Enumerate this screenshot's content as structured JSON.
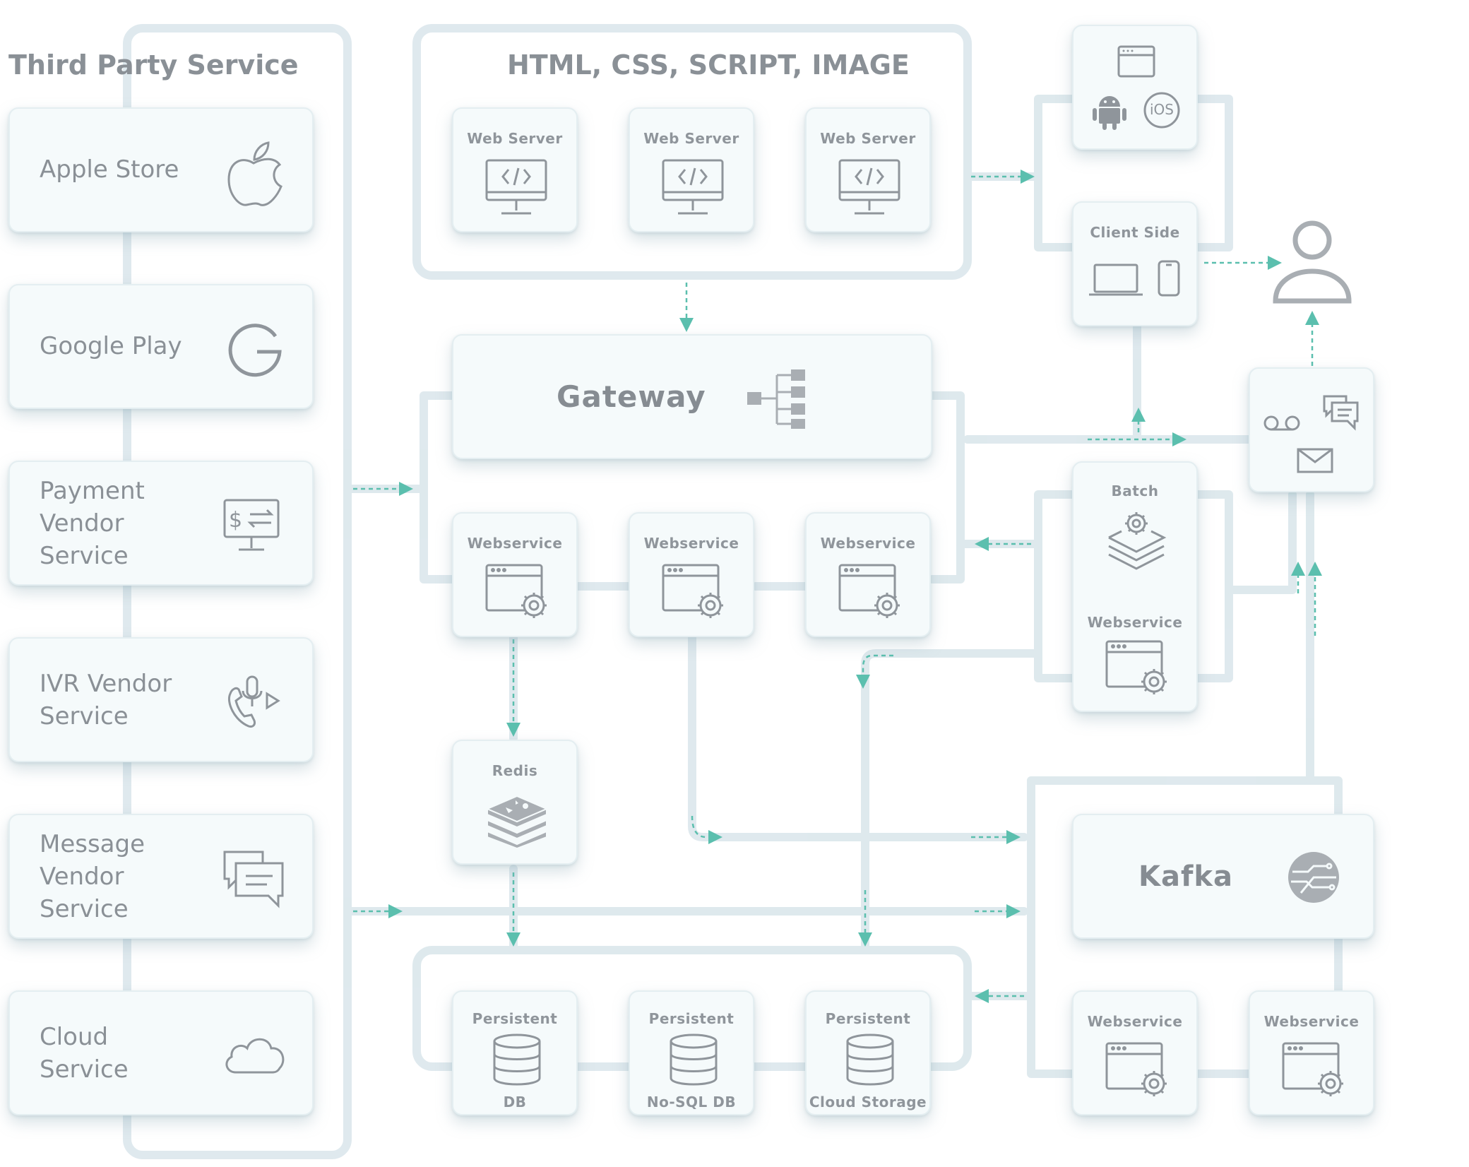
{
  "sections": {
    "third_party_title": "Third Party Service",
    "static_assets_title": "HTML, CSS, SCRIPT, IMAGE"
  },
  "third_party_services": [
    {
      "label": "Apple Store",
      "icon": "apple-icon"
    },
    {
      "label": "Google Play",
      "icon": "google-icon"
    },
    {
      "label": "Payment\nVendor\nService",
      "icon": "payment-terminal-icon"
    },
    {
      "label": "IVR Vendor\nService",
      "icon": "phone-mic-icon"
    },
    {
      "label": "Message\nVendor\nService",
      "icon": "chat-bubbles-icon"
    },
    {
      "label": "Cloud\nService",
      "icon": "cloud-icon"
    }
  ],
  "web_servers": [
    "Web Server",
    "Web Server",
    "Web Server"
  ],
  "gateway": {
    "label": "Gateway",
    "icon": "hierarchy-icon"
  },
  "webservices_main": [
    "Webservice",
    "Webservice",
    "Webservice"
  ],
  "redis": {
    "label": "Redis",
    "icon": "redis-icon"
  },
  "persistent": [
    {
      "top": "Persistent",
      "bottom": "DB"
    },
    {
      "top": "Persistent",
      "bottom": "No-SQL DB"
    },
    {
      "top": "Persistent",
      "bottom": "Cloud Storage"
    }
  ],
  "client_side": {
    "label": "Client Side",
    "platform_icons": [
      "browser-window-icon",
      "android-icon",
      "ios-icon"
    ],
    "ios_text": "iOS"
  },
  "notifications": {
    "icons": [
      "voicemail-icon",
      "chat-icon",
      "mail-icon"
    ]
  },
  "batch": {
    "label": "Batch",
    "sub_label": "Webservice"
  },
  "kafka": {
    "label": "Kafka",
    "icon": "kafka-icon"
  },
  "kafka_webservices": [
    "Webservice",
    "Webservice"
  ],
  "colors": {
    "card_bg": "#f5fafb",
    "wire": "#dbe7ec",
    "arrow": "#5bbfae",
    "text": "#8a9096",
    "icon": "#8f959b"
  }
}
